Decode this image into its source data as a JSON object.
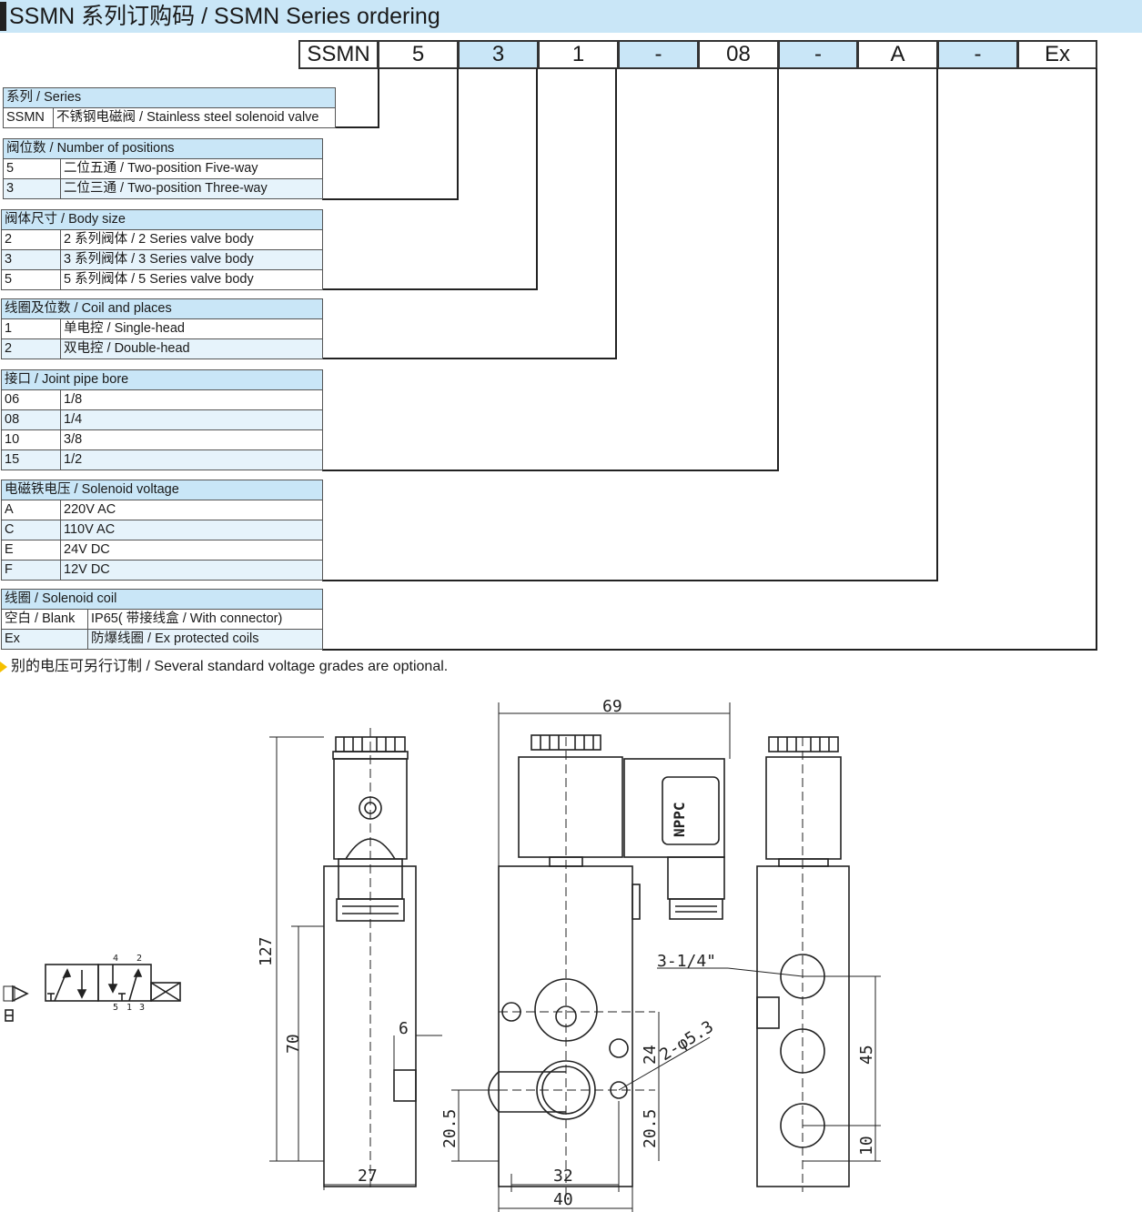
{
  "title": "SSMN 系列订购码 /  SSMN Series ordering",
  "code": [
    "SSMN",
    "5",
    "3",
    "1",
    "-",
    "08",
    "-",
    "A",
    "-",
    "Ex"
  ],
  "tables": {
    "series": {
      "header": "系列 / Series",
      "rows": [
        [
          "SSMN",
          "不锈钢电磁阀 / Stainless steel solenoid valve"
        ]
      ]
    },
    "positions": {
      "header": "阀位数 / Number of positions",
      "rows": [
        [
          "5",
          "二位五通 / Two-position Five-way"
        ],
        [
          "3",
          "二位三通 / Two-position Three-way"
        ]
      ]
    },
    "body_size": {
      "header": "阀体尺寸 / Body size",
      "rows": [
        [
          "2",
          "2 系列阀体 / 2 Series valve body"
        ],
        [
          "3",
          "3 系列阀体 / 3 Series valve body"
        ],
        [
          "5",
          "5 系列阀体 / 5 Series valve body"
        ]
      ]
    },
    "coil": {
      "header": "线圈及位数 / Coil and places",
      "rows": [
        [
          "1",
          "单电控 / Single-head"
        ],
        [
          "2",
          "双电控 / Double-head"
        ]
      ]
    },
    "bore": {
      "header": "接口 / Joint pipe bore",
      "rows": [
        [
          "06",
          "1/8"
        ],
        [
          "08",
          "1/4"
        ],
        [
          "10",
          "3/8"
        ],
        [
          "15",
          "1/2"
        ]
      ]
    },
    "voltage": {
      "header": "电磁铁电压 / Solenoid voltage",
      "rows": [
        [
          "A",
          "220V AC"
        ],
        [
          "C",
          "110V AC"
        ],
        [
          "E",
          "24V DC"
        ],
        [
          "F",
          "12V DC"
        ]
      ]
    },
    "solenoid_coil": {
      "header": "线圈 / Solenoid coil",
      "rows": [
        [
          "空白 / Blank",
          "IP65( 带接线盒 / With connector)"
        ],
        [
          "Ex",
          "防爆线圈 / Ex protected coils"
        ]
      ]
    }
  },
  "note": "别的电压可另行订制 / Several standard voltage grades are optional.",
  "drawing": {
    "symbol_ports_top": [
      "4",
      "2"
    ],
    "symbol_ports_bottom": [
      "5",
      "1",
      "3"
    ],
    "dims": {
      "width_top": "69",
      "height_total": "127",
      "height_body": "70",
      "side_small": "6",
      "side_width": "27",
      "front_inner": "32",
      "front_width": "40",
      "left_h": "20.5",
      "right_h1": "24",
      "right_h2": "20.5",
      "mount_holes": "2-φ5.3",
      "ports": "3-1/4\"",
      "port_pitch": "45",
      "port_bottom": "10"
    },
    "brand": "NPPC"
  }
}
